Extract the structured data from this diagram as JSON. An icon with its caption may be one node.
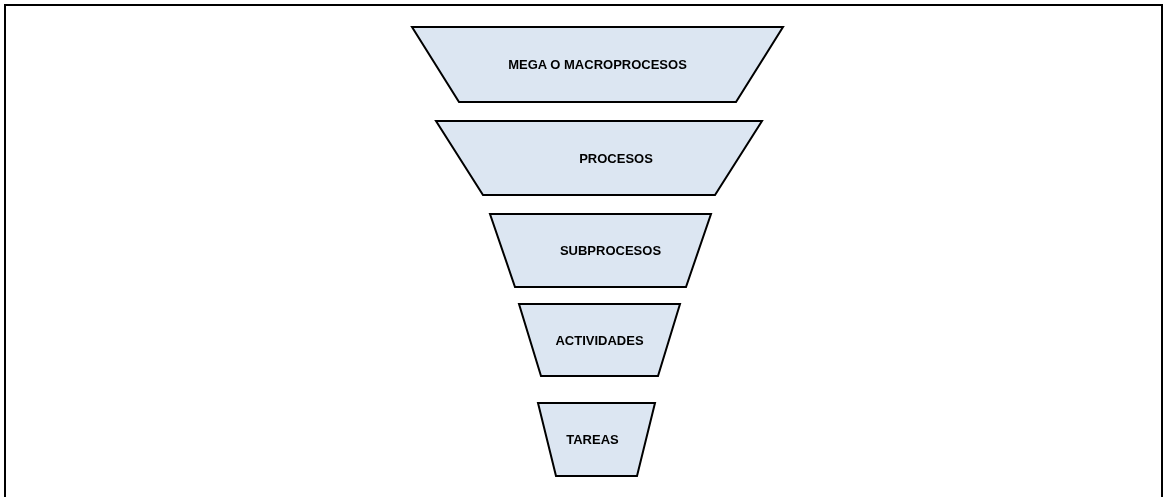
{
  "diagram": {
    "nodes": [
      {
        "text": [
          "MEGA O MACROPROCESOS"
        ]
      },
      {
        "text": [
          "PROCESOS"
        ]
      },
      {
        "text": [
          "SUBPROCESOS"
        ]
      },
      {
        "text": [
          "ACTIVIDADES"
        ]
      },
      {
        "text": [
          "TAREAS"
        ]
      }
    ]
  }
}
